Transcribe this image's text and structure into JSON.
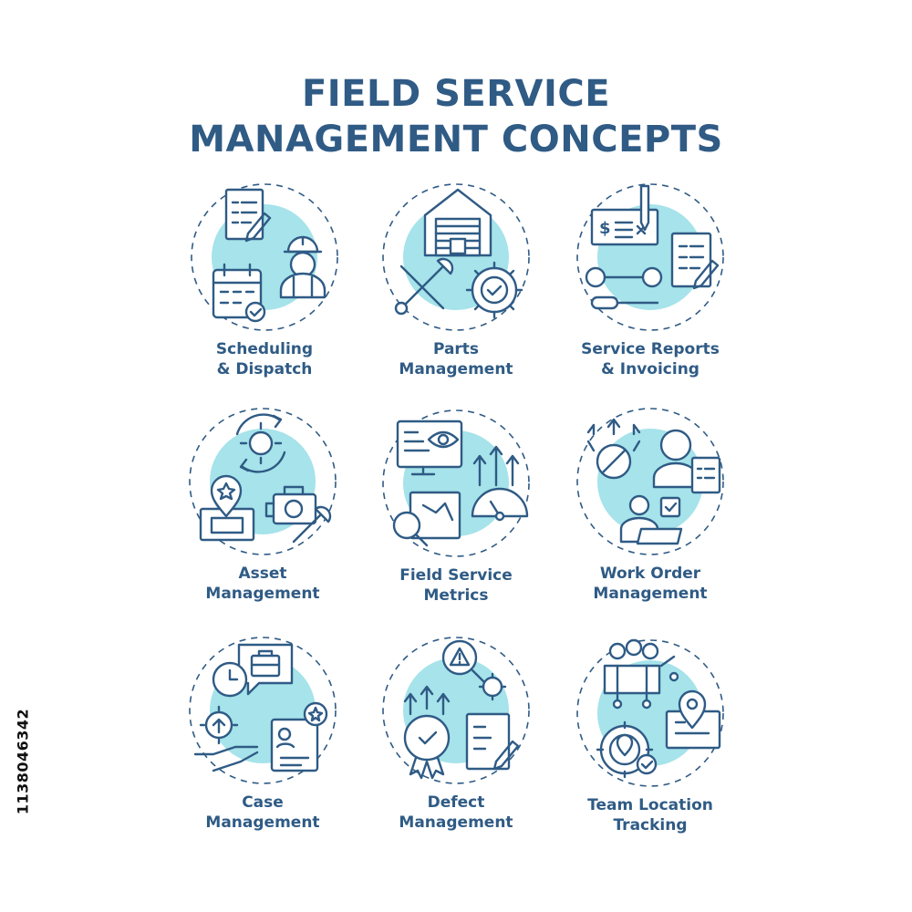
{
  "title": {
    "line1": "FIELD SERVICE",
    "line2": "MANAGEMENT CONCEPTS"
  },
  "colors": {
    "primary": "#2f5b85",
    "accent": "#a6e3ea",
    "background": "#ffffff"
  },
  "concepts": [
    {
      "line1": "Scheduling",
      "line2": "& Dispatch",
      "icon": "schedule-dispatch-icon"
    },
    {
      "line1": "Parts",
      "line2": "Management",
      "icon": "parts-tools-icon"
    },
    {
      "line1": "Service Reports",
      "line2": "& Invoicing",
      "icon": "reports-invoice-icon"
    },
    {
      "line1": "Asset",
      "line2": "Management",
      "icon": "asset-icon"
    },
    {
      "line1": "Field Service",
      "line2": "Metrics",
      "icon": "metrics-icon"
    },
    {
      "line1": "Work Order",
      "line2": "Management",
      "icon": "work-order-icon"
    },
    {
      "line1": "Case",
      "line2": "Management",
      "icon": "case-icon"
    },
    {
      "line1": "Defect",
      "line2": "Management",
      "icon": "defect-icon"
    },
    {
      "line1": "Team Location",
      "line2": "Tracking",
      "icon": "team-location-icon"
    }
  ],
  "stock_id": "1138046342"
}
